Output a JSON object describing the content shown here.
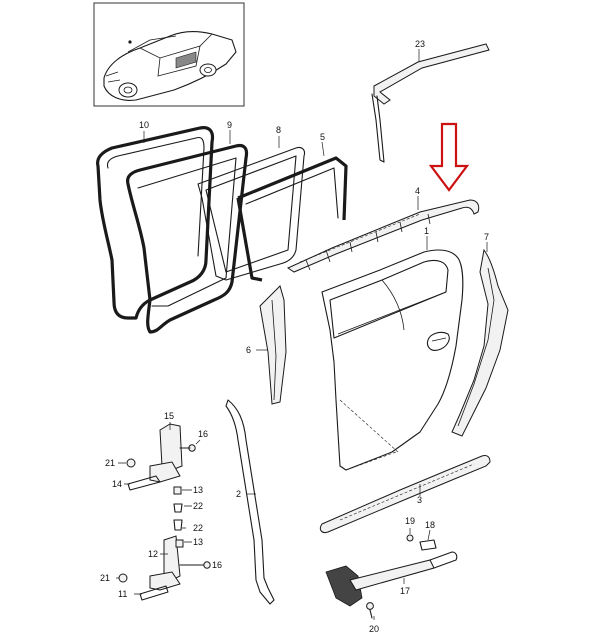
{
  "diagram": {
    "labels": [
      {
        "id": "p23",
        "text": "23"
      },
      {
        "id": "p10",
        "text": "10"
      },
      {
        "id": "p9",
        "text": "9"
      },
      {
        "id": "p8",
        "text": "8"
      },
      {
        "id": "p5",
        "text": "5"
      },
      {
        "id": "p4",
        "text": "4"
      },
      {
        "id": "p1",
        "text": "1"
      },
      {
        "id": "p7",
        "text": "7"
      },
      {
        "id": "p6",
        "text": "6"
      },
      {
        "id": "p15",
        "text": "15"
      },
      {
        "id": "p16a",
        "text": "16"
      },
      {
        "id": "p21a",
        "text": "21"
      },
      {
        "id": "p14",
        "text": "14"
      },
      {
        "id": "p13a",
        "text": "13"
      },
      {
        "id": "p22a",
        "text": "22"
      },
      {
        "id": "p22b",
        "text": "22"
      },
      {
        "id": "p2",
        "text": "2"
      },
      {
        "id": "p12",
        "text": "12"
      },
      {
        "id": "p13b",
        "text": "13"
      },
      {
        "id": "p16b",
        "text": "16"
      },
      {
        "id": "p21b",
        "text": "21"
      },
      {
        "id": "p11",
        "text": "11"
      },
      {
        "id": "p3",
        "text": "3"
      },
      {
        "id": "p19",
        "text": "19"
      },
      {
        "id": "p18",
        "text": "18"
      },
      {
        "id": "p17",
        "text": "17"
      },
      {
        "id": "p20",
        "text": "20"
      }
    ],
    "highlight_color": "#cc1111"
  }
}
